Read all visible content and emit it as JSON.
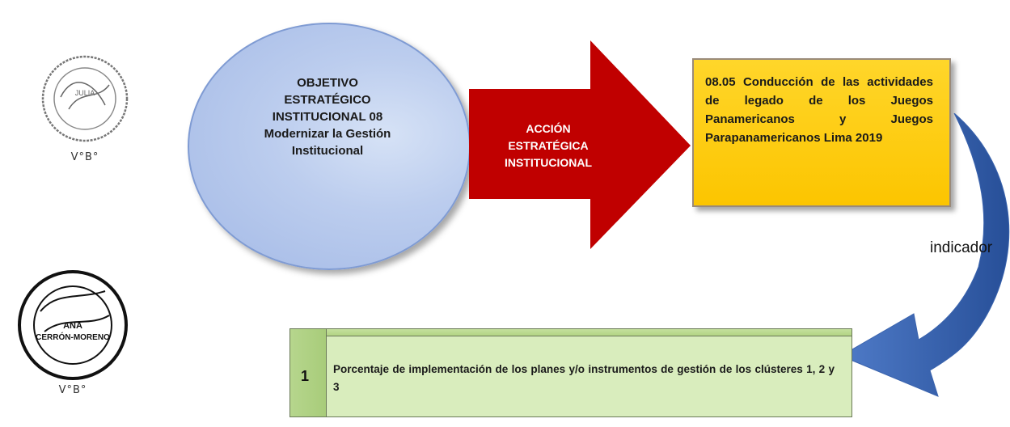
{
  "stamps": [
    {
      "caption": "V°B°"
    },
    {
      "caption": "V°B°"
    }
  ],
  "objective": {
    "lines": [
      "OBJETIVO",
      "ESTRATÉGICO",
      "INSTITUCIONAL 08",
      "Modernizar la Gestión",
      "Institucional"
    ]
  },
  "action": {
    "lines": [
      "ACCIÓN",
      "ESTRATÉGICA",
      "INSTITUCIONAL"
    ]
  },
  "strategic_action": {
    "text": "08.05 Conducción de las actividades de legado de los Juegos Panamericanos y Juegos Parapanamericanos Lima 2019"
  },
  "indicator_label": "indicador",
  "indicator_row": {
    "number": "1",
    "text": "Porcentaje de implementación de los planes y/o instrumentos de gestión de los clústeres 1, 2 y 3"
  },
  "colors": {
    "ellipse_fill": "#bccdee",
    "arrow_fill": "#c00000",
    "box_fill": "#fcc500",
    "bar_fill": "#d9edbd",
    "curve_fill": "#2f5aa8"
  }
}
